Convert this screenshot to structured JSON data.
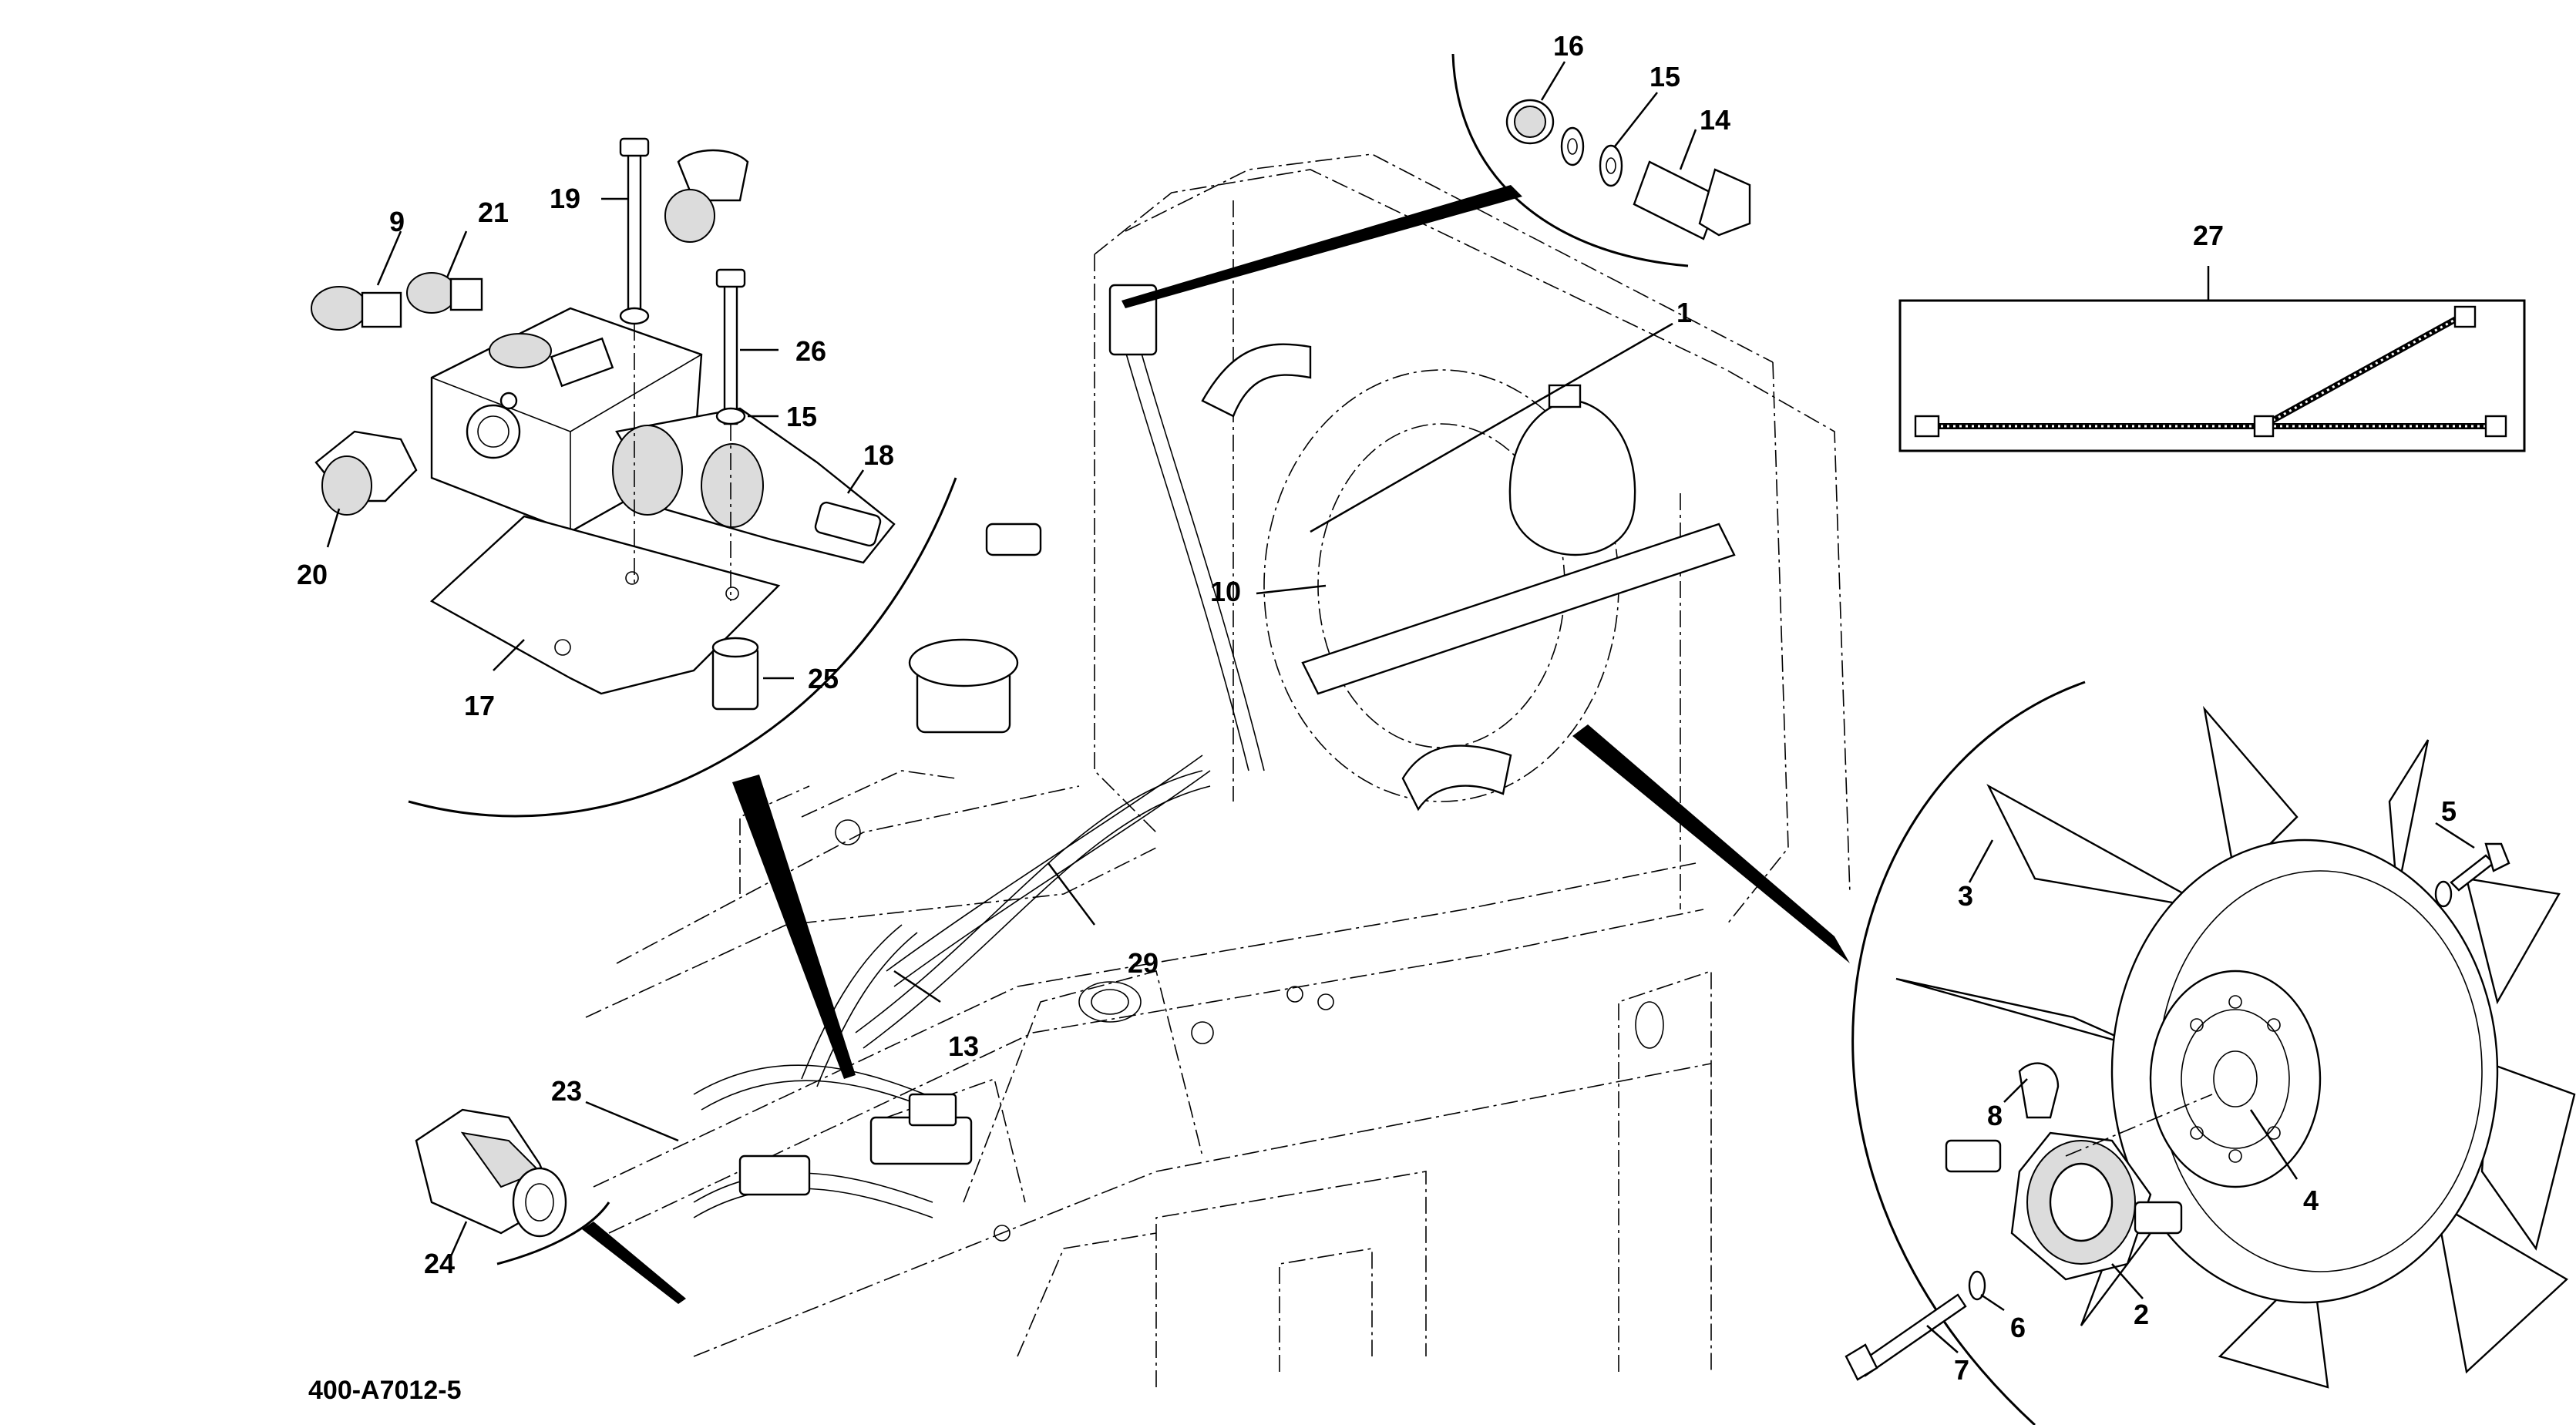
{
  "diagram": {
    "reference_code": "400-A7012-5",
    "callouts": [
      {
        "id": "c1",
        "label": "1"
      },
      {
        "id": "c2",
        "label": "2"
      },
      {
        "id": "c3",
        "label": "3"
      },
      {
        "id": "c4",
        "label": "4"
      },
      {
        "id": "c5",
        "label": "5"
      },
      {
        "id": "c6",
        "label": "6"
      },
      {
        "id": "c7",
        "label": "7"
      },
      {
        "id": "c8",
        "label": "8"
      },
      {
        "id": "c9",
        "label": "9"
      },
      {
        "id": "c10",
        "label": "10"
      },
      {
        "id": "c13",
        "label": "13"
      },
      {
        "id": "c14",
        "label": "14"
      },
      {
        "id": "c15a",
        "label": "15"
      },
      {
        "id": "c15b",
        "label": "15"
      },
      {
        "id": "c16",
        "label": "16"
      },
      {
        "id": "c17",
        "label": "17"
      },
      {
        "id": "c18",
        "label": "18"
      },
      {
        "id": "c19",
        "label": "19"
      },
      {
        "id": "c20",
        "label": "20"
      },
      {
        "id": "c21",
        "label": "21"
      },
      {
        "id": "c23",
        "label": "23"
      },
      {
        "id": "c24",
        "label": "24"
      },
      {
        "id": "c25",
        "label": "25"
      },
      {
        "id": "c26",
        "label": "26"
      },
      {
        "id": "c27",
        "label": "27"
      },
      {
        "id": "c29",
        "label": "29"
      }
    ]
  }
}
